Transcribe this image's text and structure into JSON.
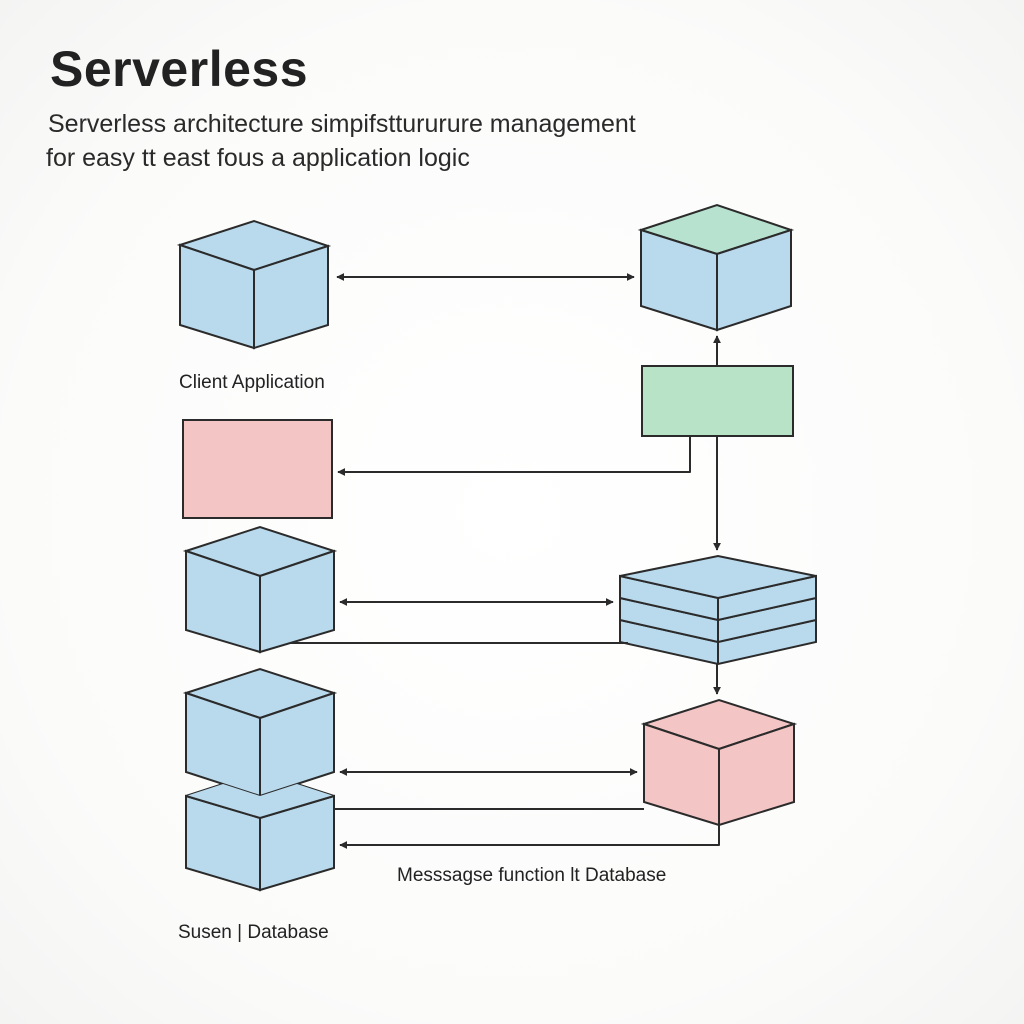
{
  "header": {
    "title": "Serverless",
    "subtitle_line1": "Serverless architecture simpifsttururure management",
    "subtitle_line2": "for easy tt east fous a application logic"
  },
  "labels": {
    "client": "Client Application",
    "message": "Messsagse function  lt Database",
    "users": "Susen  |  Database"
  },
  "colors": {
    "blue_fill": "#b9d9ec",
    "blue_top": "#b9d9ec",
    "green_fill": "#b8e3c6",
    "green_top": "#b7e2cf",
    "pink_fill": "#f3c5c5",
    "stroke": "#2b2b2b",
    "background": "#f7f7f6"
  }
}
